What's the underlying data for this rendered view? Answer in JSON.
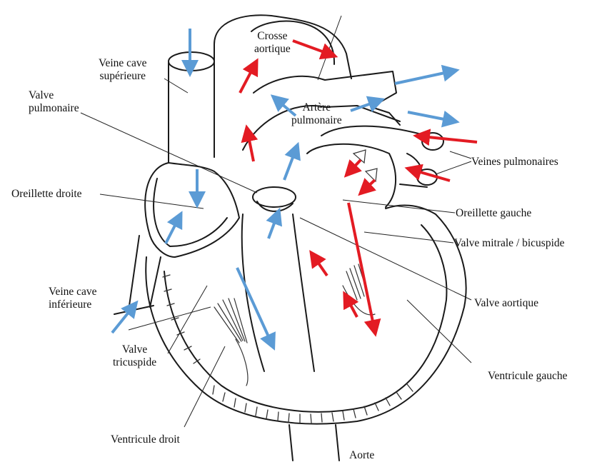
{
  "colors": {
    "oxygenated": "#e31b23",
    "deoxygenated": "#5b9bd5",
    "outline": "#1a1a1a"
  },
  "labels": {
    "crosse_aortique": [
      "Crosse",
      "aortique"
    ],
    "veine_cave_sup": [
      "Veine cave",
      "supérieure"
    ],
    "valve_pulmonaire": [
      "Valve",
      "pulmonaire"
    ],
    "artere_pulmonaire": [
      "Artère",
      "pulmonaire"
    ],
    "veines_pulmonaires": "Veines pulmonaires",
    "oreillette_droite": "Oreillette droite",
    "oreillette_gauche": "Oreillette gauche",
    "valve_mitrale": "Valve mitrale / bicuspide",
    "veine_cave_inf": [
      "Veine cave",
      "inférieure"
    ],
    "valve_aortique": "Valve aortique",
    "valve_tricuspide": [
      "Valve",
      "tricuspide"
    ],
    "ventricule_gauche": "Ventricule gauche",
    "ventricule_droit": "Ventricule droit",
    "aorte": "Aorte"
  }
}
